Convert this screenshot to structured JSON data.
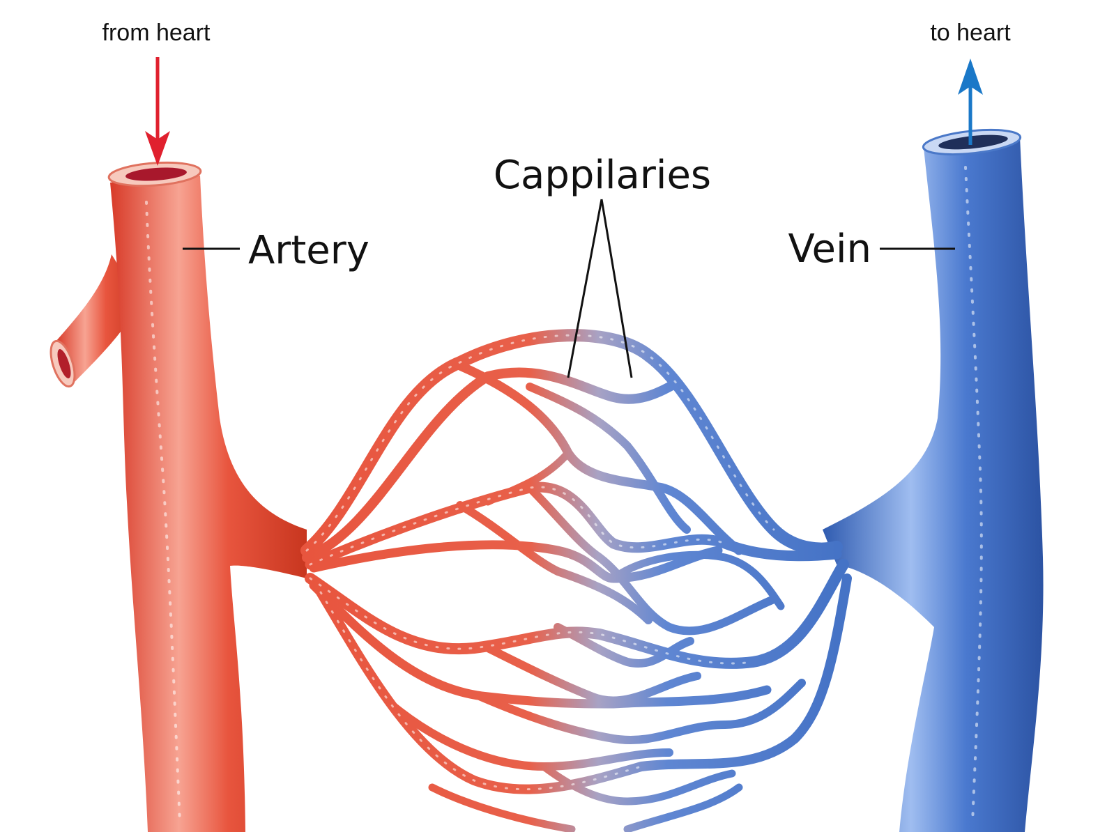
{
  "labels": {
    "from_heart": "from heart",
    "to_heart": "to heart",
    "capillaries": "Cappilaries",
    "artery": "Artery",
    "vein": "Vein"
  },
  "colors": {
    "artery": "#e04a33",
    "artery_light": "#f58a7a",
    "vein": "#3f6ec2",
    "vein_light": "#8fb0e8",
    "arrow_from_heart": "#e0202e",
    "arrow_to_heart": "#1a78c8"
  }
}
